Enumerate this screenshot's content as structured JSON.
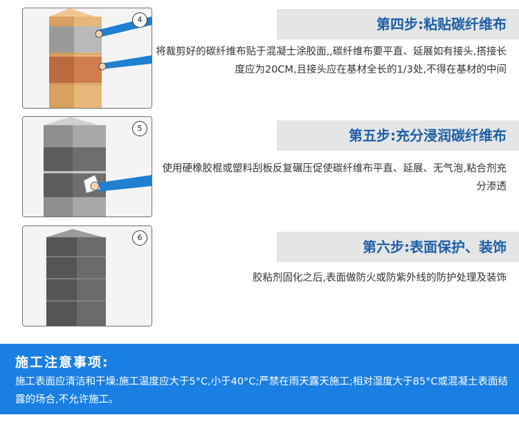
{
  "steps": [
    {
      "number": "4",
      "title": "第四步:粘贴碳纤维布",
      "description": "将裁剪好的碳纤维布贴于混凝士涂胶面,,碳纤维布要平直、延展如有接头,搭接长度应为20CM,且接头应在基材全长的1/3处,不得在基材的中间"
    },
    {
      "number": "5",
      "title": "第五步:充分浸润碳纤维布",
      "description": "使用硬橡胶棍或塑料刮板反复碾压促使碳纤维布平直、延展、无气泡,粘合剂充分渗透"
    },
    {
      "number": "6",
      "title": "第六步:表面保护、装饰",
      "description": "胶粘剂固化之后,表面做防火或防紫外线的防护处理及装饰"
    }
  ],
  "notice": {
    "title": "施工注意事项:",
    "text": "施工表面应清洁和干燥;施工温度应大于5°C,小于40°C;严禁在雨天露天施工;相对湿度大于85°C或混凝土表面结露的场合,不允许施工。"
  },
  "colors": {
    "title_text": "#1c5fa8",
    "title_bar": "#e5e5e5",
    "notice_bg": "#1a7fe3",
    "arm_blue": "#1f7fd0"
  }
}
